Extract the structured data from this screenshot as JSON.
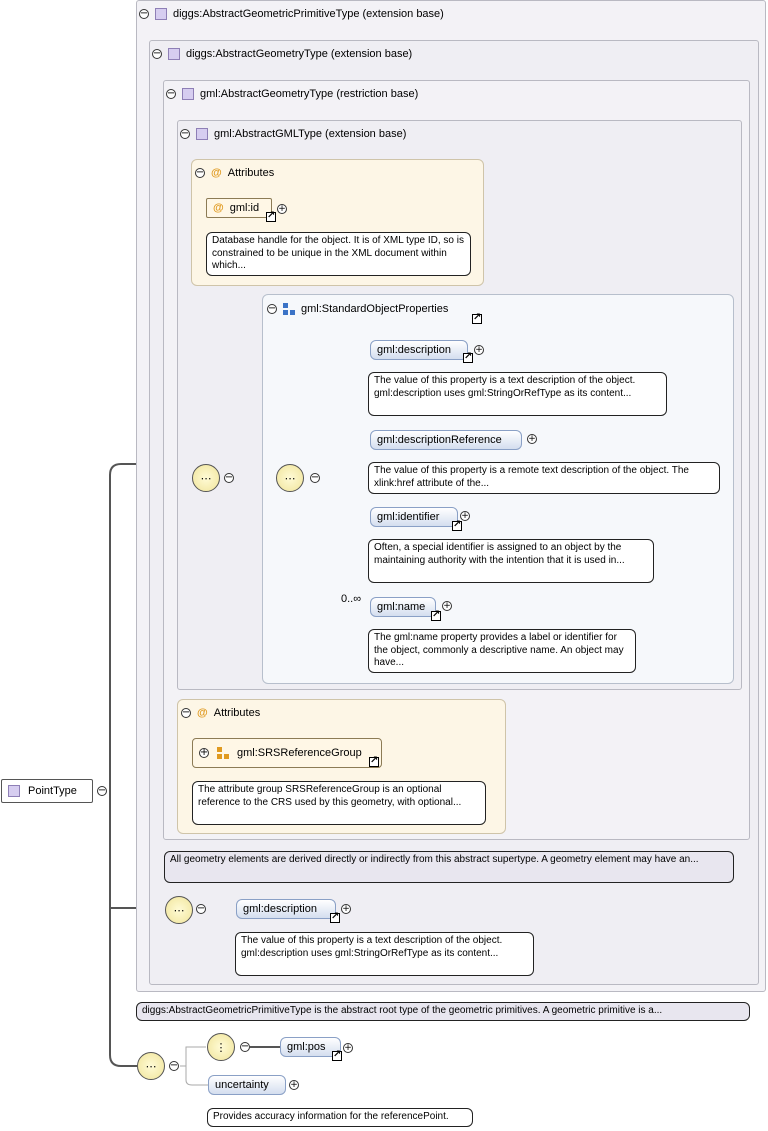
{
  "colors": {
    "type_icon": "#d6cdf0",
    "attr_bg": "#fdf6e6",
    "element_bg": "#d4deef",
    "compositor": "#f0e49a"
  },
  "root": {
    "label": "PointType"
  },
  "types": {
    "t1": "diggs:AbstractGeometricPrimitiveType (extension base)",
    "t2": "diggs:AbstractGeometryType (extension base)",
    "t3": "gml:AbstractGeometryType (restriction base)",
    "t4": "gml:AbstractGMLType (extension base)"
  },
  "attributes1": {
    "title": "Attributes",
    "id_label": "gml:id",
    "id_doc": "Database handle for the object. It is of XML type ID, so is constrained to be unique in the XML document within which..."
  },
  "standard": {
    "title": "gml:StandardObjectProperties",
    "desc_label": "gml:description",
    "desc_doc": "The value of this property is a text description of the object. gml:description uses gml:StringOrRefType as its content...",
    "descref_label": "gml:descriptionReference",
    "descref_doc": "The value of this property is a remote text description of the object. The xlink:href attribute of the...",
    "ident_label": "gml:identifier",
    "ident_doc": "Often, a special identifier is assigned to an object by the maintaining authority with the intention that it is used in...",
    "card": "0..∞",
    "name_label": "gml:name",
    "name_doc": "The gml:name property provides a label or identifier for the object, commonly a descriptive name. An object may have..."
  },
  "attributes2": {
    "title": "Attributes",
    "srs_label": "gml:SRSReferenceGroup",
    "srs_doc": "The attribute group SRSReferenceGroup is an optional reference to the CRS used by this geometry, with optional..."
  },
  "geom_doc": "All geometry elements are derived directly or indirectly from this abstract supertype. A geometry element may have an...",
  "diggs_desc": {
    "label": "gml:description",
    "doc": "The value of this property is a text description of the object. gml:description uses gml:StringOrRefType as its content..."
  },
  "primitive_doc": "diggs:AbstractGeometricPrimitiveType is the abstract root type of the geometric primitives. A geometric primitive is a...",
  "point": {
    "pos_label": "gml:pos",
    "unc_label": "uncertainty",
    "unc_doc": "Provides accuracy information for the referencePoint."
  }
}
